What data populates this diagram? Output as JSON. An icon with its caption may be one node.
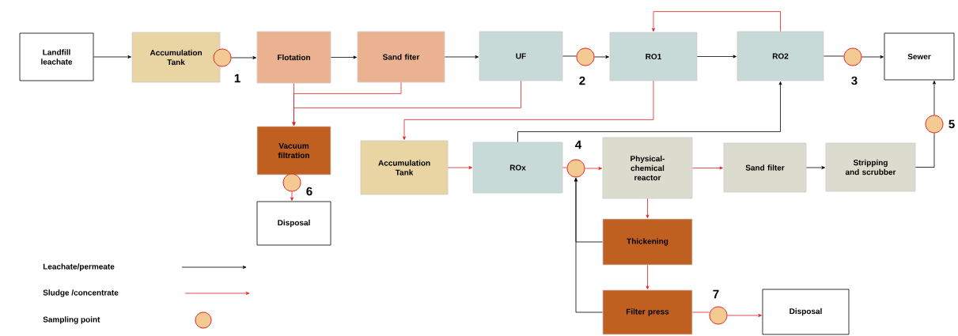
{
  "diagram": {
    "nodes": [
      {
        "text": [
          "Landfill leachate"
        ]
      },
      {
        "text": [
          "Accumulation Tank"
        ]
      },
      {
        "text": [],
        "shape": "circle",
        "beside": [
          "1"
        ]
      },
      {
        "text": [
          "Flotation"
        ]
      },
      {
        "text": [
          "Sand fiter"
        ]
      },
      {
        "text": [
          "UF"
        ]
      },
      {
        "text": [],
        "shape": "circle",
        "beside": [
          "2"
        ]
      },
      {
        "text": [
          "RO1"
        ]
      },
      {
        "text": [
          "RO2"
        ]
      },
      {
        "text": [],
        "shape": "circle",
        "beside": [
          "3"
        ]
      },
      {
        "text": [
          "Sewer"
        ]
      },
      {
        "text": [
          "Vacuum filtration"
        ]
      },
      {
        "text": [],
        "shape": "circle",
        "beside": [
          "6"
        ]
      },
      {
        "text": [
          "Disposal"
        ]
      },
      {
        "text": [
          "Accumulation Tank"
        ]
      },
      {
        "text": [
          "ROx"
        ]
      },
      {
        "text": [],
        "shape": "circle",
        "beside": [
          "4"
        ]
      },
      {
        "text": [
          "Physical-chemical reactor"
        ]
      },
      {
        "text": [
          "Sand filter"
        ]
      },
      {
        "text": [
          "Stripping and scrubber"
        ]
      },
      {
        "text": [],
        "shape": "circle",
        "beside": [
          "5"
        ]
      },
      {
        "text": [
          "Thickening"
        ]
      },
      {
        "text": [
          "Filter press"
        ]
      },
      {
        "text": [],
        "shape": "circle",
        "beside": [
          "7"
        ]
      },
      {
        "text": [
          "Disposal"
        ]
      }
    ],
    "edges": [
      {
        "from": 0,
        "to": 1,
        "arrow": "to"
      },
      {
        "from": 2,
        "to": 3,
        "arrow": "to"
      },
      {
        "from": 3,
        "to": 4,
        "arrow": "to"
      },
      {
        "from": 4,
        "to": 5,
        "arrow": "to"
      },
      {
        "from": 5,
        "to": 6,
        "arrow": "none"
      },
      {
        "from": 6,
        "to": 7,
        "arrow": "to"
      },
      {
        "from": 7,
        "to": 8,
        "arrow": "to"
      },
      {
        "from": 8,
        "to": 7,
        "arrow": "to",
        "color": "#e02020"
      },
      {
        "from": 8,
        "to": 9,
        "arrow": "none"
      },
      {
        "from": 9,
        "to": 10,
        "arrow": "to"
      },
      {
        "from": 3,
        "to": 11,
        "arrow": "to",
        "color": "#e02020"
      },
      {
        "from": 4,
        "to": 11,
        "arrow": "to",
        "color": "#e02020"
      },
      {
        "from": 5,
        "to": 11,
        "arrow": "to",
        "color": "#e02020"
      },
      {
        "from": 12,
        "to": 13,
        "arrow": "to",
        "color": "#e02020"
      },
      {
        "from": 7,
        "to": 14,
        "arrow": "to",
        "color": "#e02020"
      },
      {
        "from": 14,
        "to": 15,
        "arrow": "to",
        "color": "#e02020"
      },
      {
        "from": 15,
        "to": 8,
        "arrow": "to"
      },
      {
        "from": 15,
        "to": 16,
        "arrow": "none",
        "color": "#e02020"
      },
      {
        "from": 16,
        "to": 17,
        "arrow": "to",
        "color": "#e02020"
      },
      {
        "from": 17,
        "to": 18,
        "arrow": "to",
        "color": "#e02020"
      },
      {
        "from": 18,
        "to": 19,
        "arrow": "to"
      },
      {
        "from": 19,
        "to": 20,
        "arrow": "none"
      },
      {
        "from": 20,
        "to": 10,
        "arrow": "to"
      },
      {
        "from": 17,
        "to": 21,
        "arrow": "to",
        "color": "#e02020"
      },
      {
        "from": 21,
        "to": 16,
        "arrow": "to"
      },
      {
        "from": 21,
        "to": 22,
        "arrow": "to",
        "color": "#e02020"
      },
      {
        "from": 22,
        "to": 16,
        "arrow": "to"
      },
      {
        "from": 22,
        "to": 23,
        "arrow": "none",
        "color": "#e02020"
      },
      {
        "from": 23,
        "to": 24,
        "arrow": "to",
        "color": "#e02020"
      }
    ],
    "legend": [
      {
        "text": "Leachate/permeate"
      },
      {
        "text": "Sludge /concentrate"
      },
      {
        "text": "Sampling point"
      }
    ]
  }
}
